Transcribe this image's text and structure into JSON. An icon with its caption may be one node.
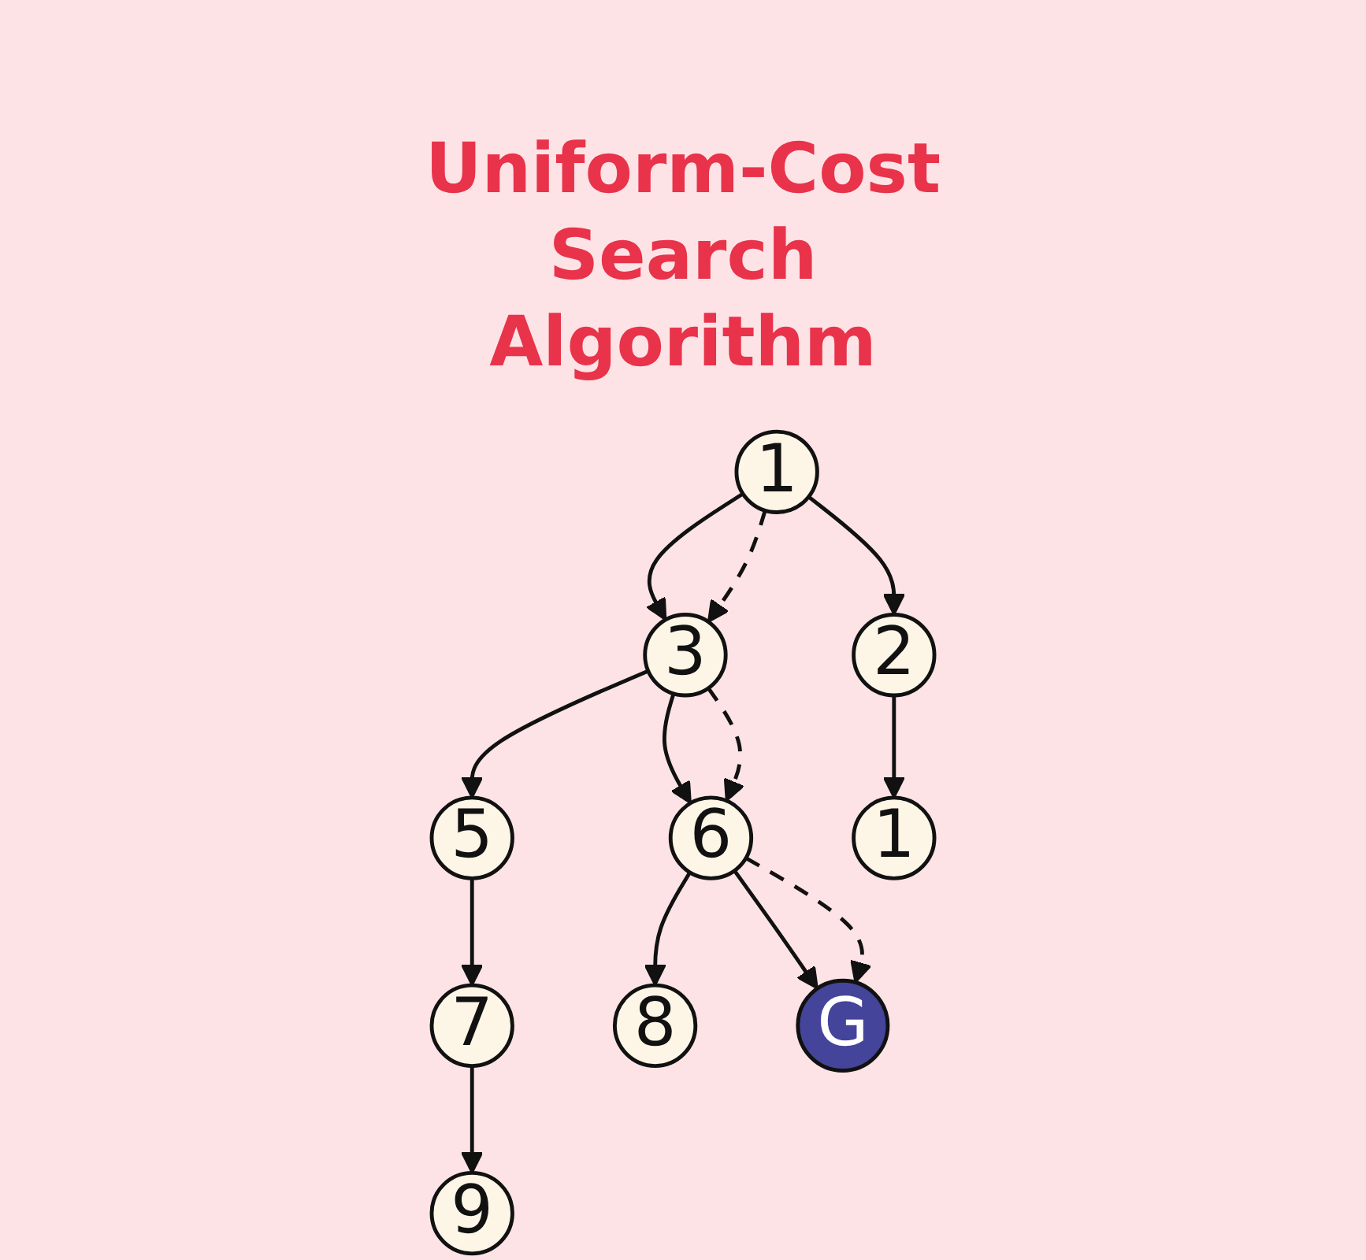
{
  "diagram": {
    "title": "Uniform-Cost Search Algorithm",
    "nodes": [
      {
        "text": [
          "1"
        ]
      },
      {
        "text": [
          "3"
        ]
      },
      {
        "text": [
          "2"
        ]
      },
      {
        "text": [
          "5"
        ]
      },
      {
        "text": [
          "6"
        ]
      },
      {
        "text": [
          "1"
        ]
      },
      {
        "text": [
          "7"
        ]
      },
      {
        "text": [
          "8"
        ]
      },
      {
        "text": [
          "G"
        ]
      },
      {
        "text": [
          "9"
        ]
      }
    ],
    "edges": [
      {
        "from": 0,
        "to": 1,
        "arrow": "to"
      },
      {
        "from": 0,
        "to": 2,
        "arrow": "to"
      },
      {
        "from": 0,
        "to": 1,
        "arrow": "to",
        "style": "dashed"
      },
      {
        "from": 1,
        "to": 3,
        "arrow": "to"
      },
      {
        "from": 1,
        "to": 4,
        "arrow": "to"
      },
      {
        "from": 1,
        "to": 4,
        "arrow": "to",
        "style": "dashed"
      },
      {
        "from": 2,
        "to": 5,
        "arrow": "to"
      },
      {
        "from": 3,
        "to": 6,
        "arrow": "to"
      },
      {
        "from": 4,
        "to": 7,
        "arrow": "to"
      },
      {
        "from": 4,
        "to": 8,
        "arrow": "to"
      },
      {
        "from": 4,
        "to": 8,
        "arrow": "to",
        "style": "dashed"
      },
      {
        "from": 6,
        "to": 9,
        "arrow": "to"
      }
    ]
  }
}
